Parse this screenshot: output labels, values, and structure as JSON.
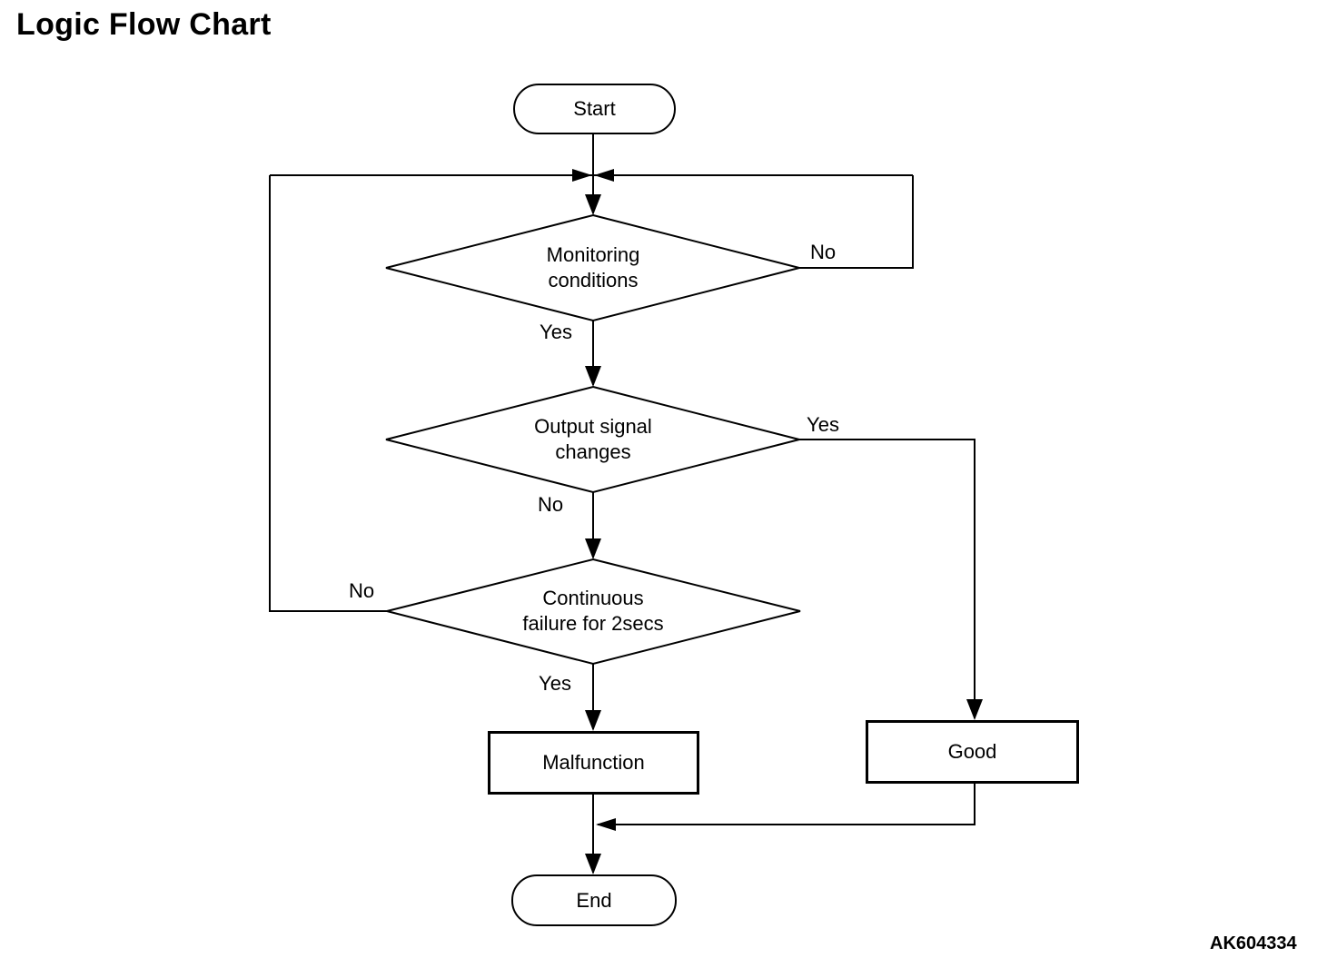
{
  "title": "Logic Flow Chart",
  "figure_id": "AK604334",
  "colors": {
    "line": "#000000",
    "background": "#ffffff",
    "text": "#000000"
  },
  "nodes": {
    "start": {
      "type": "terminator",
      "label": "Start"
    },
    "monitoring": {
      "type": "decision",
      "label": "Monitoring\nconditions"
    },
    "output_signal": {
      "type": "decision",
      "label": "Output signal\nchanges"
    },
    "continuous_failure": {
      "type": "decision",
      "label": "Continuous\nfailure for 2secs"
    },
    "malfunction": {
      "type": "process",
      "label": "Malfunction"
    },
    "good": {
      "type": "process",
      "label": "Good"
    },
    "end": {
      "type": "terminator",
      "label": "End"
    }
  },
  "edge_labels": {
    "monitoring_yes": "Yes",
    "monitoring_no": "No",
    "output_yes": "Yes",
    "output_no": "No",
    "continuous_yes": "Yes",
    "continuous_no": "No"
  },
  "flow": [
    "Start -> Monitoring conditions",
    "Monitoring conditions -No-> loop back to entry junction",
    "Monitoring conditions -Yes-> Output signal changes",
    "Output signal changes -Yes-> Good",
    "Output signal changes -No-> Continuous failure for 2secs",
    "Continuous failure for 2secs -No-> loop back to entry junction",
    "Continuous failure for 2secs -Yes-> Malfunction",
    "Malfunction -> End",
    "Good -> End"
  ]
}
